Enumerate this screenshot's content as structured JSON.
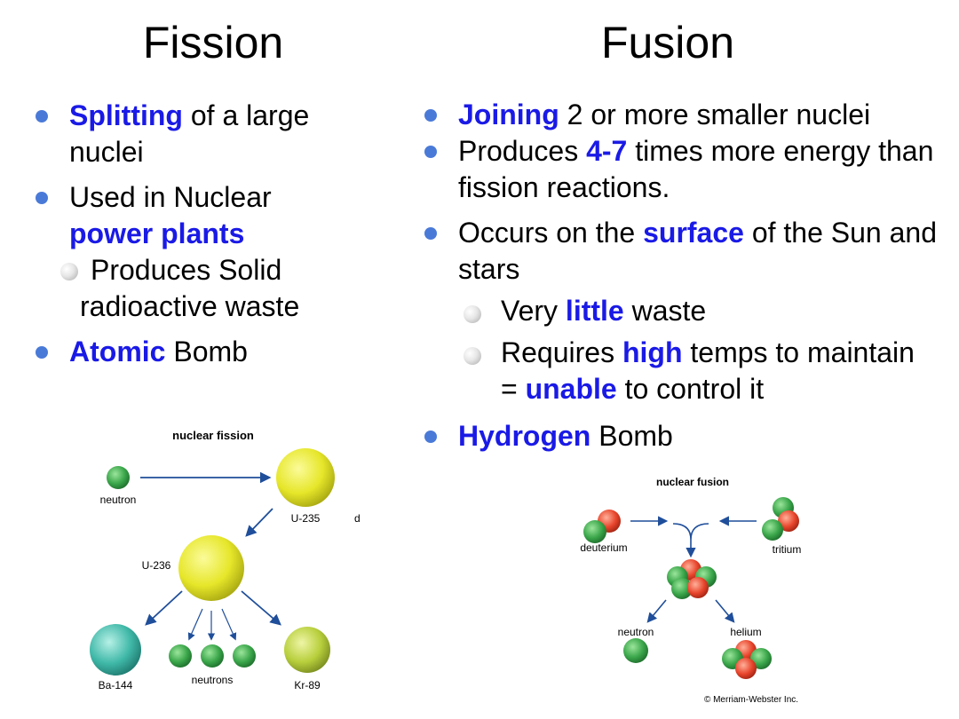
{
  "fission": {
    "title": "Fission",
    "bullets": [
      {
        "hl": "Splitting",
        "rest": " of a large nuclei"
      },
      {
        "pre": "Used in Nuclear ",
        "hl": "power plants"
      },
      {
        "hl": "Atomic",
        "rest": " Bomb"
      }
    ],
    "sub": {
      "line1": "Produces Solid",
      "line2": "radioactive waste"
    }
  },
  "fusion": {
    "title": "Fusion",
    "bullets": [
      {
        "hl": "Joining",
        "rest": " 2 or more smaller nuclei"
      },
      {
        "pre": "Produces ",
        "hl": "4-7",
        "rest": " times more energy than fission reactions."
      },
      {
        "pre": "Occurs on the ",
        "hl": "surface",
        "rest": " of the Sun and stars"
      },
      {
        "hl": "Hydrogen",
        "rest": " Bomb"
      }
    ],
    "subs": [
      {
        "pre": "Very ",
        "hl": "little",
        "rest": " waste"
      },
      {
        "pre": "Requires ",
        "hl": "high",
        "mid": " temps to maintain = ",
        "hl2": "unable",
        "rest": " to control it"
      }
    ]
  },
  "fission_diagram": {
    "title": "nuclear fission",
    "neutron": "neutron",
    "u235": "U-235",
    "u236": "U-236",
    "ba": "Ba-144",
    "neutrons": "neutrons",
    "kr": "Kr-89",
    "stray": "d"
  },
  "fusion_diagram": {
    "title": "nuclear fusion",
    "deuterium": "deuterium",
    "tritium": "tritium",
    "neutron": "neutron",
    "helium": "helium",
    "copyright": "© Merriam-Webster Inc."
  },
  "colors": {
    "highlight": "#1a1ae6",
    "bullet": "#4a7ad8",
    "arrow": "#1f4e9a",
    "proton": "#e8452c",
    "neutron_particle": "#3aa64a",
    "uranium": "#e6e62a",
    "barium": "#3fb8a8",
    "krypton": "#b8cf3c"
  }
}
